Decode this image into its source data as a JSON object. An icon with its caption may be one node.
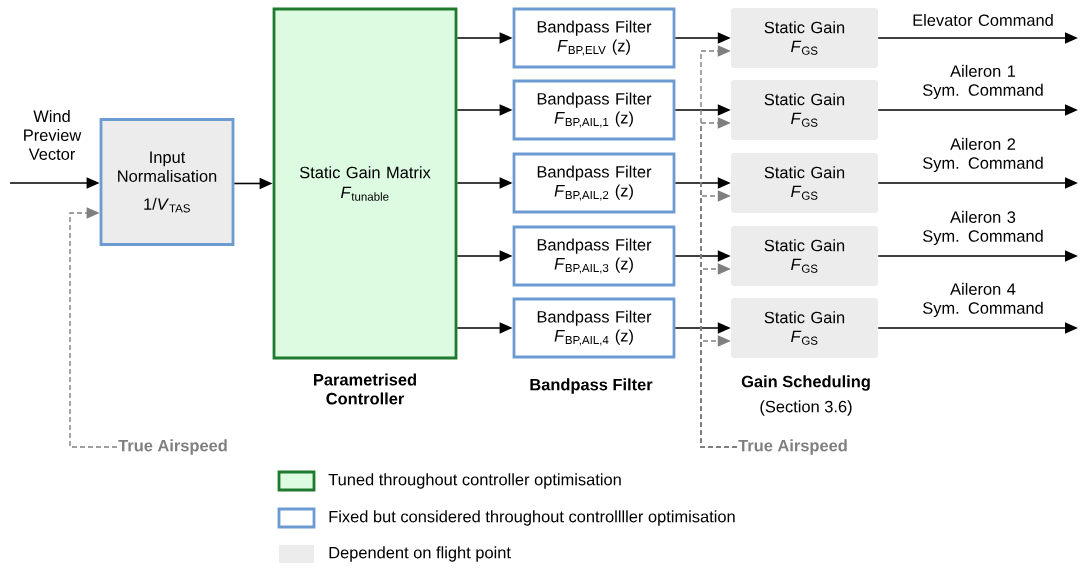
{
  "diagram": {
    "nodes": [
      {
        "text": [
          "Input Normalisation",
          "1/*V*$_{TAS}$"
        ]
      },
      {
        "text": [
          "Static Gain Matrix",
          "*F*$_{tunable}$"
        ],
        "beside": [
          "Parametrised Controller"
        ]
      },
      {
        "text": [
          "Bandpass Filter",
          "*F*$_{BP,ELV}$ (z)"
        ]
      },
      {
        "text": [
          "Bandpass Filter",
          "*F*$_{BP,AIL,1}$ (z)"
        ]
      },
      {
        "text": [
          "Bandpass Filter",
          "*F*$_{BP,AIL,2}$ (z)"
        ]
      },
      {
        "text": [
          "Bandpass Filter",
          "*F*$_{BP,AIL,3}$ (z)"
        ]
      },
      {
        "text": [
          "Bandpass Filter",
          "*F*$_{BP,AIL,4}$ (z)"
        ]
      },
      {
        "text": [
          "Static Gain",
          "*F*$_{GS}$"
        ]
      },
      {
        "text": [
          "Static Gain",
          "*F*$_{GS}$"
        ]
      },
      {
        "text": [
          "Static Gain",
          "*F*$_{GS}$"
        ]
      },
      {
        "text": [
          "Static Gain",
          "*F*$_{GS}$"
        ]
      },
      {
        "text": [
          "Static Gain",
          "*F*$_{GS}$"
        ]
      },
      {
        "text": [
          "True Airspeed"
        ]
      },
      {
        "text": [
          "True Airspeed"
        ]
      }
    ],
    "edges": [
      {
        "from": null,
        "to": 0,
        "arrow": "to",
        "label": "Wind Preview Vector"
      },
      {
        "from": 12,
        "to": 0,
        "arrow": "to",
        "style": "dashed",
        "color": "#7f7f7f"
      },
      {
        "from": 0,
        "to": 1,
        "arrow": "to"
      },
      {
        "from": 1,
        "to": 2,
        "arrow": "to"
      },
      {
        "from": 1,
        "to": 3,
        "arrow": "to"
      },
      {
        "from": 1,
        "to": 4,
        "arrow": "to"
      },
      {
        "from": 1,
        "to": 5,
        "arrow": "to"
      },
      {
        "from": 1,
        "to": 6,
        "arrow": "to"
      },
      {
        "from": 2,
        "to": 7,
        "arrow": "to"
      },
      {
        "from": 3,
        "to": 8,
        "arrow": "to"
      },
      {
        "from": 4,
        "to": 9,
        "arrow": "to"
      },
      {
        "from": 5,
        "to": 10,
        "arrow": "to"
      },
      {
        "from": 6,
        "to": 11,
        "arrow": "to"
      },
      {
        "from": 13,
        "to": 7,
        "arrow": "to",
        "style": "dashed",
        "color": "#7f7f7f"
      },
      {
        "from": 13,
        "to": 8,
        "arrow": "to",
        "style": "dashed",
        "color": "#7f7f7f"
      },
      {
        "from": 13,
        "to": 9,
        "arrow": "to",
        "style": "dashed",
        "color": "#7f7f7f"
      },
      {
        "from": 13,
        "to": 10,
        "arrow": "to",
        "style": "dashed",
        "color": "#7f7f7f"
      },
      {
        "from": 13,
        "to": 11,
        "arrow": "to",
        "style": "dashed",
        "color": "#7f7f7f"
      },
      {
        "from": 7,
        "to": null,
        "arrow": "to",
        "label": "Elevator Command"
      },
      {
        "from": 8,
        "to": null,
        "arrow": "to",
        "label": "Aileron 1 Sym. Command"
      },
      {
        "from": 9,
        "to": null,
        "arrow": "to",
        "label": "Aileron 2 Sym. Command"
      },
      {
        "from": 10,
        "to": null,
        "arrow": "to",
        "label": "Aileron 3 Sym. Command"
      },
      {
        "from": 11,
        "to": null,
        "arrow": "to",
        "label": "Aileron 4 Sym. Command"
      }
    ],
    "labels": [
      "Bandpass Filter",
      "Gain Scheduling",
      "(Section 3.6)"
    ],
    "legend": [
      {
        "text": "Tuned throughout controller optimisation",
        "color": "#1e7a2e"
      },
      {
        "text": "Fixed but considered throughout controllller optimisation",
        "color": "#6c9bd2"
      },
      {
        "text": "Dependent on flight point",
        "color": "#ececec"
      }
    ]
  }
}
